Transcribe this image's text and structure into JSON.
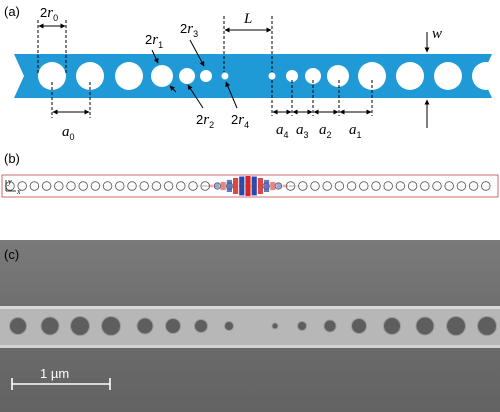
{
  "panels": {
    "a": {
      "label": "(a)"
    },
    "b": {
      "label": "(b)"
    },
    "c": {
      "label": "(c)"
    }
  },
  "annotations": {
    "r0": {
      "coef": "2",
      "sym": "r",
      "sub": "0"
    },
    "r1": {
      "coef": "2",
      "sym": "r",
      "sub": "1"
    },
    "r2": {
      "coef": "2",
      "sym": "r",
      "sub": "2"
    },
    "r3": {
      "coef": "2",
      "sym": "r",
      "sub": "3"
    },
    "r4": {
      "coef": "2",
      "sym": "r",
      "sub": "4"
    },
    "L": {
      "sym": "L"
    },
    "w": {
      "sym": "w"
    },
    "a0": {
      "sym": "a",
      "sub": "0"
    },
    "a1": {
      "sym": "a",
      "sub": "1"
    },
    "a2": {
      "sym": "a",
      "sub": "2"
    },
    "a3": {
      "sym": "a",
      "sub": "3"
    },
    "a4": {
      "sym": "a",
      "sub": "4"
    }
  },
  "axes_b": {
    "y": "y",
    "x": "x"
  },
  "scalebar": {
    "text": "1 µm"
  },
  "colors": {
    "beam": "#1f9ad6",
    "field_pos": "#d62728",
    "field_neg": "#1f3fb4",
    "sem_bg": "#6e6e6e",
    "sem_beam": "#b9b9b9"
  }
}
